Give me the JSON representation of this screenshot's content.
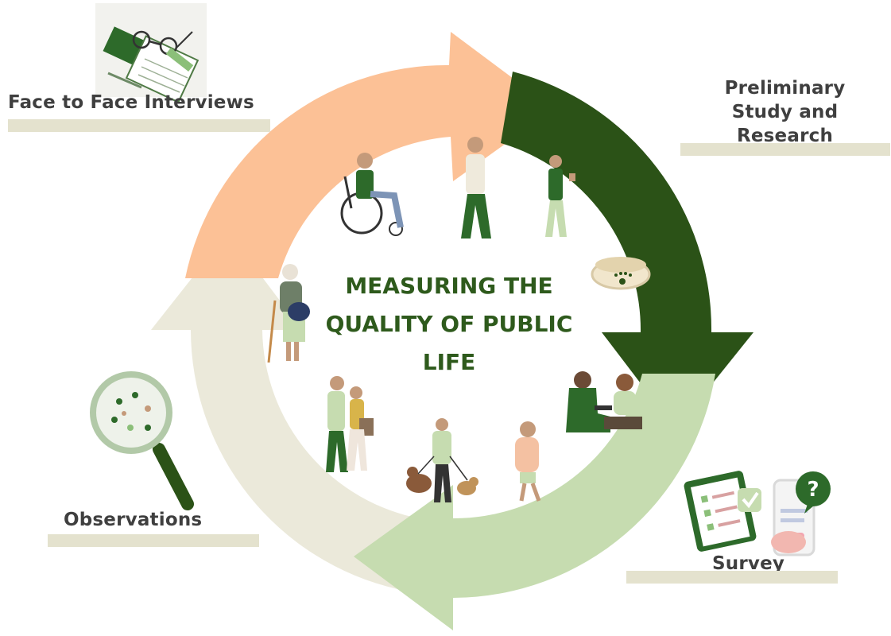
{
  "diagram": {
    "center_title": "MEASURING THE QUALITY OF PUBLIC LIFE",
    "stages": {
      "face_to_face": "Face to Face Interviews",
      "preliminary": "Preliminary Study and Research",
      "observations": "Observations",
      "survey": "Survey"
    },
    "icons": {
      "notebook": "notebook-glasses-icon",
      "magnifier": "magnifying-glass-icon",
      "survey": "survey-clipboard-phone-icon",
      "paw_bowl": "paw-bowl-icon"
    }
  },
  "colors": {
    "peach": "#fcc196",
    "dark_green": "#2b5217",
    "light_green": "#c6dcb0",
    "beige": "#ebe9da",
    "label_bar": "#e4e2ce",
    "title_green": "#2e5a1c",
    "label_text": "#3f3f3f"
  }
}
